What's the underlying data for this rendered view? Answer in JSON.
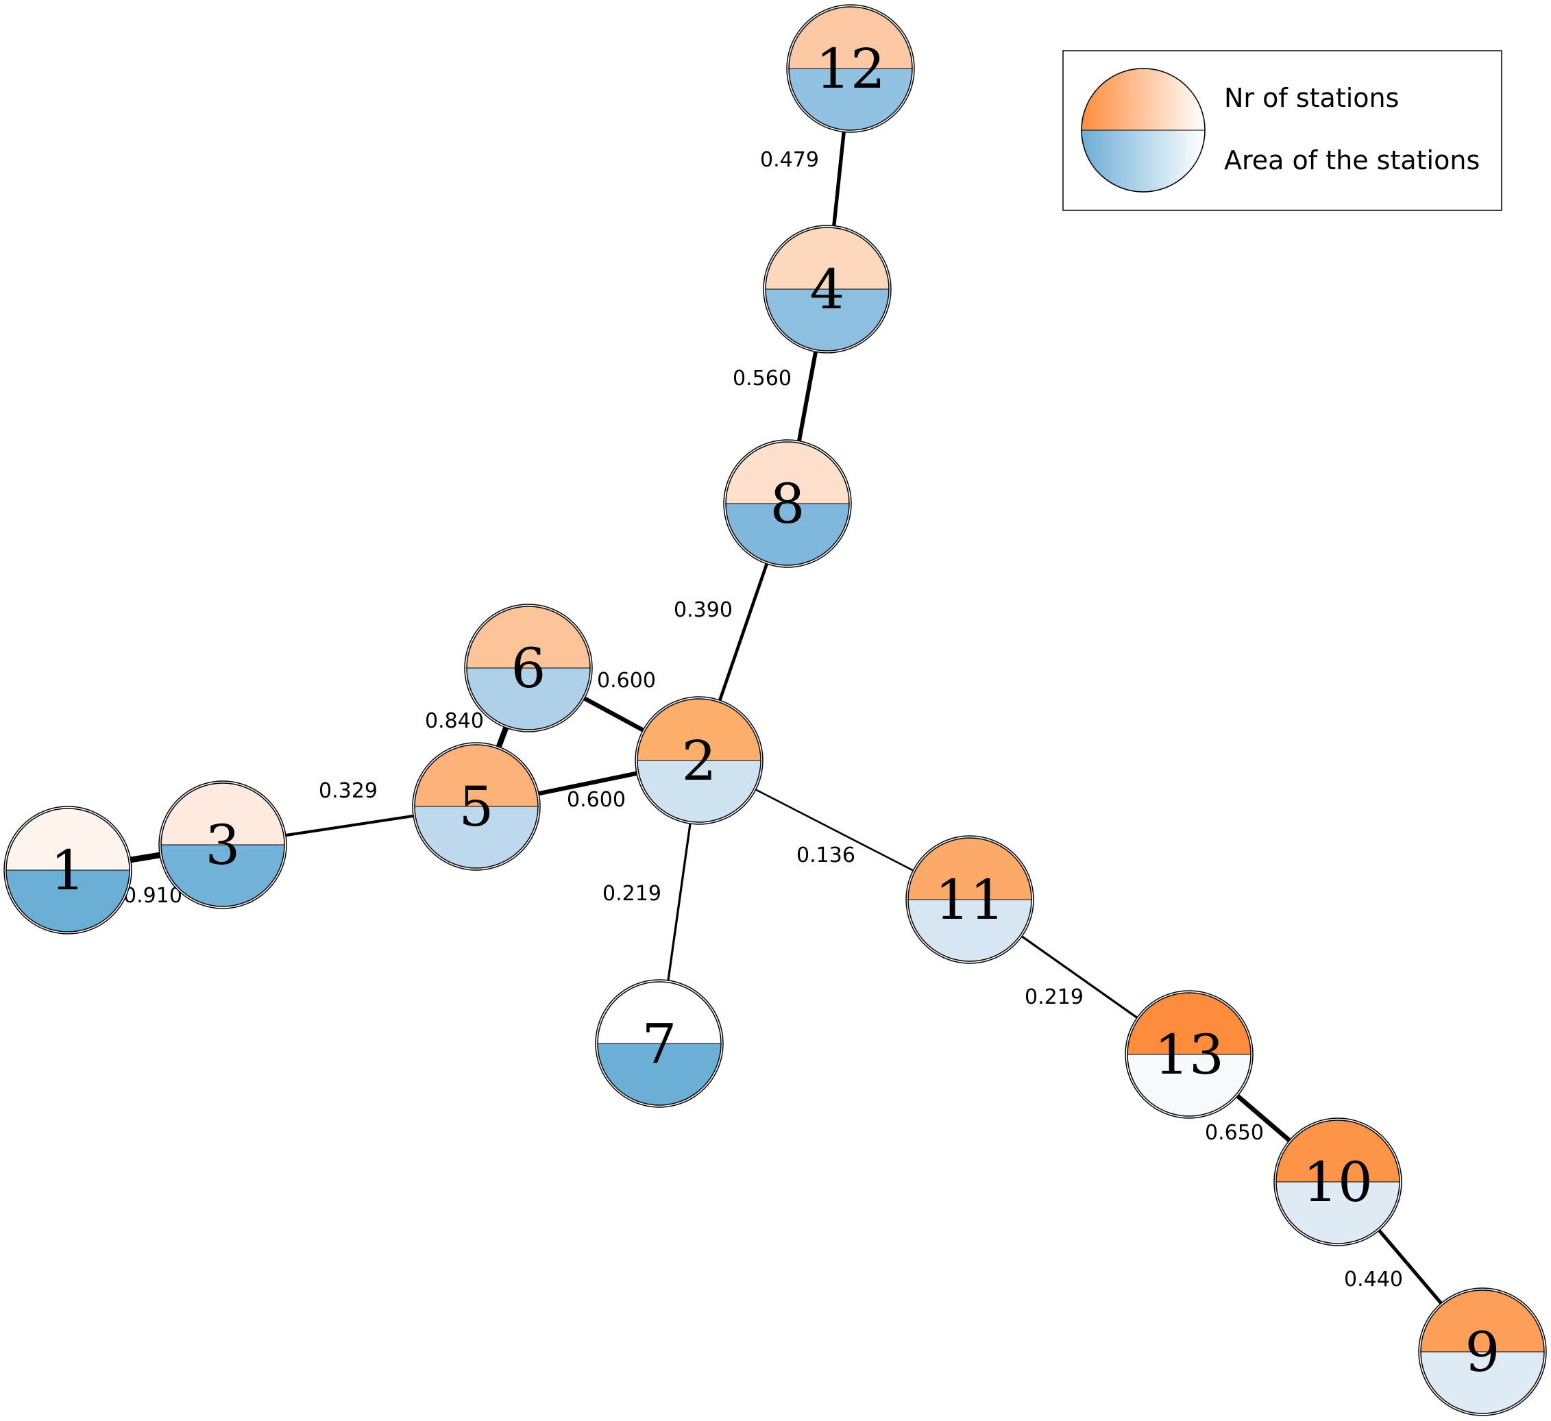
{
  "colors": {
    "orange_full": "#fd8d3c",
    "blue_full": "#6baed6",
    "edge": "#000000",
    "outline": "#000000",
    "background": "#ffffff"
  },
  "legend": {
    "top_label": "Nr of stations",
    "bottom_label": "Area of the stations"
  },
  "nodes": [
    {
      "id": "1",
      "top_color": "#fff5ee",
      "bottom_color": "#6baed6"
    },
    {
      "id": "2",
      "top_color": "#fdae6b",
      "bottom_color": "#cfe2f0"
    },
    {
      "id": "3",
      "top_color": "#feeade",
      "bottom_color": "#72b1d8"
    },
    {
      "id": "4",
      "top_color": "#fdd8bd",
      "bottom_color": "#8dbfe0"
    },
    {
      "id": "5",
      "top_color": "#fdb27a",
      "bottom_color": "#bed9ee"
    },
    {
      "id": "6",
      "top_color": "#fdc49a",
      "bottom_color": "#aed0e8"
    },
    {
      "id": "7",
      "top_color": "#ffffff",
      "bottom_color": "#6baed6"
    },
    {
      "id": "8",
      "top_color": "#fee0cc",
      "bottom_color": "#7fb8dc"
    },
    {
      "id": "9",
      "top_color": "#fd9f58",
      "bottom_color": "#deebf5"
    },
    {
      "id": "10",
      "top_color": "#fd9448",
      "bottom_color": "#deebf5"
    },
    {
      "id": "11",
      "top_color": "#fda96a",
      "bottom_color": "#d6e7f3"
    },
    {
      "id": "12",
      "top_color": "#fdc9a4",
      "bottom_color": "#92c2e1"
    },
    {
      "id": "13",
      "top_color": "#fd8d3c",
      "bottom_color": "#f6fafd"
    }
  ],
  "edges": [
    {
      "from": "1",
      "to": "3",
      "weight": "0.910"
    },
    {
      "from": "3",
      "to": "5",
      "weight": "0.329"
    },
    {
      "from": "5",
      "to": "6",
      "weight": "0.840"
    },
    {
      "from": "5",
      "to": "2",
      "weight": "0.600"
    },
    {
      "from": "6",
      "to": "2",
      "weight": "0.600"
    },
    {
      "from": "2",
      "to": "8",
      "weight": "0.390"
    },
    {
      "from": "8",
      "to": "4",
      "weight": "0.560"
    },
    {
      "from": "4",
      "to": "12",
      "weight": "0.479"
    },
    {
      "from": "2",
      "to": "7",
      "weight": "0.219"
    },
    {
      "from": "2",
      "to": "11",
      "weight": "0.136"
    },
    {
      "from": "11",
      "to": "13",
      "weight": "0.219"
    },
    {
      "from": "13",
      "to": "10",
      "weight": "0.650"
    },
    {
      "from": "10",
      "to": "9",
      "weight": "0.440"
    }
  ]
}
